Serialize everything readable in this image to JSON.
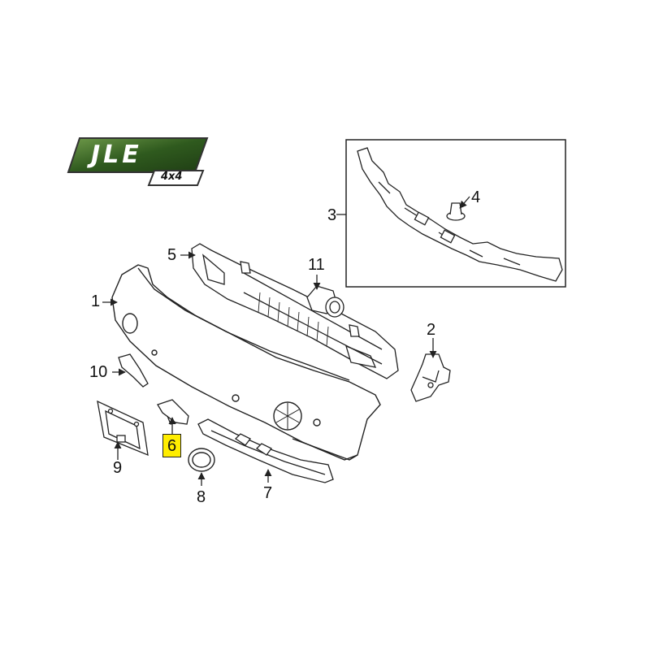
{
  "logo": {
    "brand": "JLE",
    "sub": "4x4",
    "colors": {
      "green_dark": "#1f3d14",
      "green_light": "#6f9a4a",
      "frame": "#333333"
    }
  },
  "callouts": [
    {
      "id": "c1",
      "label": "1"
    },
    {
      "id": "c2",
      "label": "2"
    },
    {
      "id": "c3",
      "label": "3"
    },
    {
      "id": "c4",
      "label": "4"
    },
    {
      "id": "c5",
      "label": "5"
    },
    {
      "id": "c6",
      "label": "6",
      "highlighted": true
    },
    {
      "id": "c7",
      "label": "7"
    },
    {
      "id": "c8",
      "label": "8"
    },
    {
      "id": "c9",
      "label": "9"
    },
    {
      "id": "c10",
      "label": "10"
    },
    {
      "id": "c11",
      "label": "11"
    }
  ],
  "colors": {
    "line": "#222222",
    "highlight": "#ffed00"
  }
}
